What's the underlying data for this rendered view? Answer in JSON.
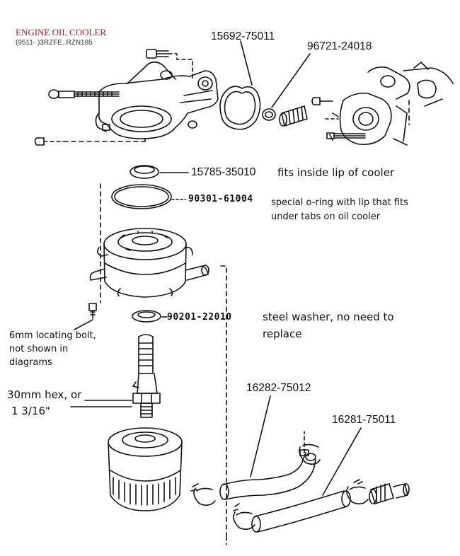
{
  "header": {
    "title": "ENGINE OIL COOLER",
    "subtitle": "(9511- )3RZFE..RZN185"
  },
  "parts": {
    "p1": "15692-75011",
    "p2": "96721-24018",
    "p3": "15785-35010",
    "p4": "90301-61004",
    "p5": "90201-22010",
    "p6": "16282-75012",
    "p7": "16281-75011"
  },
  "notes": {
    "p3_note": "fits inside lip of cooler",
    "p4_note_line1": "special o-ring with lip that fits",
    "p4_note_line2": "under tabs on oil cooler",
    "p5_note_line1": "steel washer, no need to",
    "p5_note_line2": "replace",
    "bolt_line1": "6mm locating bolt,",
    "bolt_line2": "not shown in",
    "bolt_line3": "diagrams",
    "hex_line1": "30mm hex, or",
    "hex_line2": "1 3/16\""
  },
  "colors": {
    "title": "#c0141c",
    "line": "#111111"
  }
}
